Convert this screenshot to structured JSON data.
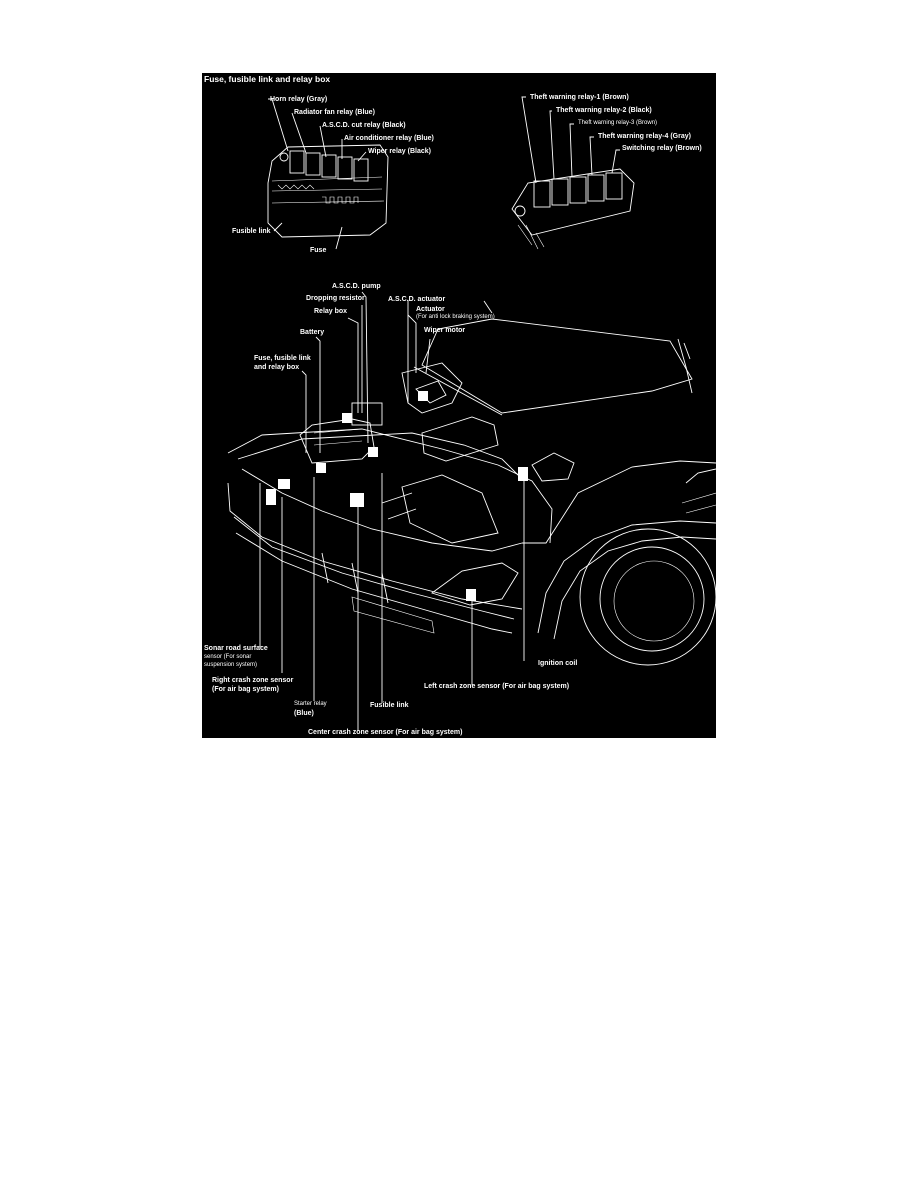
{
  "diagram": {
    "title": "Fuse, fusible link and relay box",
    "colors": {
      "background": "#000000",
      "ink": "#ffffff",
      "page": "#ffffff"
    },
    "labels": {
      "horn_relay": "Horn relay (Gray)",
      "radiator_fan_relay": "Radiator fan relay (Blue)",
      "ascd_cut_relay": "A.S.C.D. cut relay (Black)",
      "air_conditioner_relay": "Air conditioner relay (Blue)",
      "wiper_relay": "Wiper relay (Black)",
      "fusible_link_top": "Fusible link",
      "fuse": "Fuse",
      "theft_relay_1": "Theft warning relay-1 (Brown)",
      "theft_relay_2": "Theft warning relay-2 (Black)",
      "theft_relay_3": "Theft warning relay-3 (Brown)",
      "theft_relay_4": "Theft warning relay-4 (Gray)",
      "switching_relay": "Switching relay (Brown)",
      "ascd_pump": "A.S.C.D. pump",
      "dropping_resistor": "Dropping resistor",
      "relay_box": "Relay box",
      "ascd_actuator": "A.S.C.D. actuator",
      "actuator": "Actuator",
      "actuator_note": "(For anti lock braking system)",
      "wiper_motor": "Wiper motor",
      "battery": "Battery",
      "fuse_box_line1": "Fuse, fusible link",
      "fuse_box_line2": "and relay box",
      "sonar_line1": "Sonar road surface",
      "sonar_line2": "sensor  (For sonar",
      "sonar_line3": "suspension system)",
      "right_crash_line1": "Right crash zone sensor",
      "right_crash_line2": "(For air bag system)",
      "starter_relay_line1": "Starter relay",
      "starter_relay_line2": "(Blue)",
      "fusible_link_bottom": "Fusible link",
      "center_crash": "Center crash zone sensor (For air bag system)",
      "ignition_coil": "Ignition coil",
      "left_crash": "Left crash zone sensor (For air bag system)"
    }
  }
}
